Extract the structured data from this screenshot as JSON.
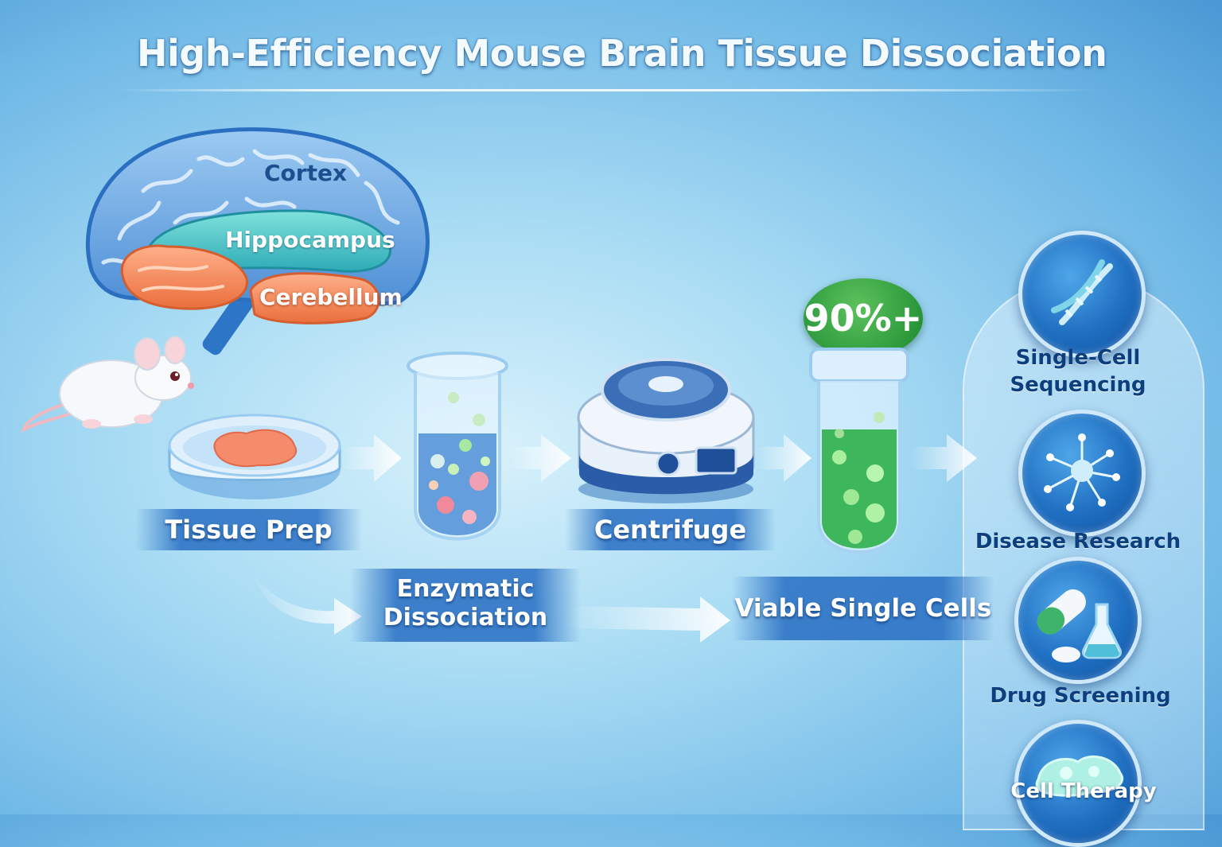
{
  "title": "High-Efficiency Mouse Brain Tissue Dissociation",
  "brain": {
    "cortex": "Cortex",
    "hippocampus": "Hippocampus",
    "cerebellum": "Cerebellum"
  },
  "steps": {
    "tissue_prep": "Tissue Prep",
    "centrifuge": "Centrifuge",
    "enzymatic_line1": "Enzymatic",
    "enzymatic_line2": "Dissociation",
    "viable": "Viable Single Cells"
  },
  "badge": "90%+",
  "applications": {
    "seq_line1": "Single-Cell",
    "seq_line2": "Sequencing",
    "disease": "Disease Research",
    "drug": "Drug Screening",
    "therapy": "Cell Therapy"
  },
  "colors": {
    "cortex": "#4f8fd6",
    "hippocampus": "#3cc2c4",
    "cerebellum": "#f2875a",
    "badge": "#2d9a3c",
    "green_liquid": "#2fb04a"
  }
}
